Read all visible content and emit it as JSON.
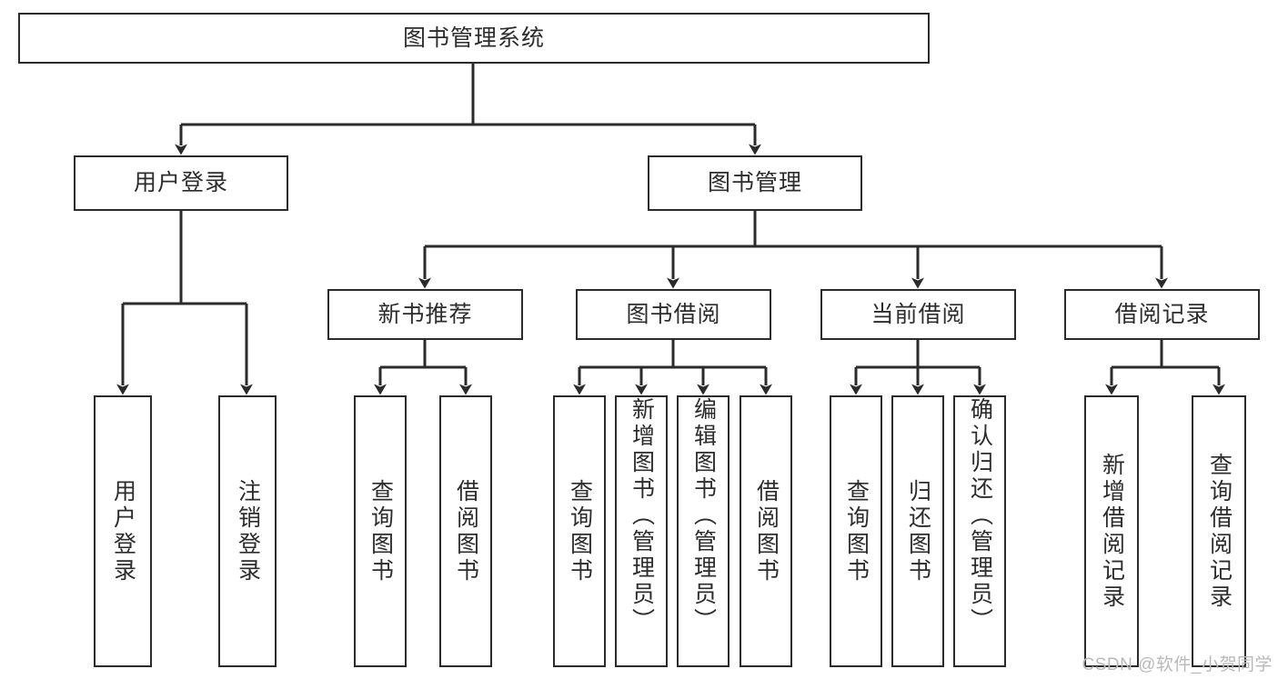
{
  "diagram": {
    "title_node": {
      "label": "图书管理系统"
    },
    "level2": [
      {
        "id": "user-login",
        "label": "用户登录"
      },
      {
        "id": "book-manage",
        "label": "图书管理"
      }
    ],
    "level3": [
      {
        "id": "new-book-recommend",
        "label": "新书推荐"
      },
      {
        "id": "book-borrow",
        "label": "图书借阅"
      },
      {
        "id": "current-borrow",
        "label": "当前借阅"
      },
      {
        "id": "borrow-record",
        "label": "借阅记录"
      }
    ],
    "leaves": [
      {
        "id": "leaf-user-login",
        "label": "用户登录",
        "parent": "user-login"
      },
      {
        "id": "leaf-logout-login",
        "label": "注销登录",
        "parent": "user-login"
      },
      {
        "id": "leaf-query-book-1",
        "label": "查询图书",
        "parent": "new-book-recommend"
      },
      {
        "id": "leaf-borrow-book-1",
        "label": "借阅图书",
        "parent": "new-book-recommend"
      },
      {
        "id": "leaf-query-book-2",
        "label": "查询图书",
        "parent": "book-borrow"
      },
      {
        "id": "leaf-add-book-admin",
        "label": "新增图书（管理员）",
        "parent": "book-borrow"
      },
      {
        "id": "leaf-edit-book-admin",
        "label": "编辑图书（管理员）",
        "parent": "book-borrow"
      },
      {
        "id": "leaf-borrow-book-2",
        "label": "借阅图书",
        "parent": "book-borrow"
      },
      {
        "id": "leaf-query-book-3",
        "label": "查询图书",
        "parent": "current-borrow"
      },
      {
        "id": "leaf-return-book",
        "label": "归还图书",
        "parent": "current-borrow"
      },
      {
        "id": "leaf-confirm-return-admin",
        "label": "确认归还（管理员）",
        "parent": "current-borrow"
      },
      {
        "id": "leaf-add-borrow-record",
        "label": "新增借阅记录",
        "parent": "borrow-record"
      },
      {
        "id": "leaf-query-borrow-record",
        "label": "查询借阅记录",
        "parent": "borrow-record"
      }
    ],
    "colors": {
      "box_border": "#2b2b2b",
      "box_fill": "#ffffff",
      "text": "#2c2c2c",
      "edge": "#2b2b2b",
      "background": "#ffffff",
      "watermark": "#b9b9b9"
    }
  },
  "watermark": {
    "text": "CSDN @软件_小贺同学"
  }
}
